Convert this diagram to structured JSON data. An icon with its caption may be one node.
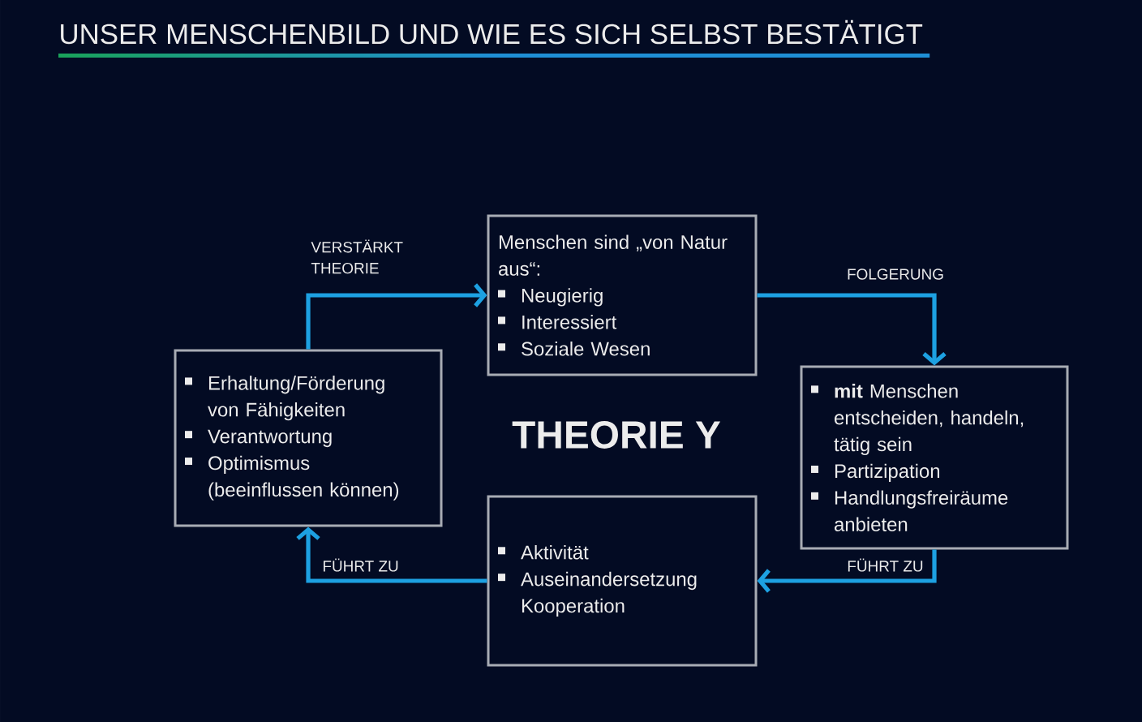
{
  "diagram": {
    "title": "UNSER MENSCHENBILD UND WIE ES SICH SELBST BESTÄTIGT",
    "nodes": [
      {
        "text": [
          "Menschen sind „von Natur aus“:",
          "Neugierig",
          "Interessiert",
          "Soziale Wesen"
        ]
      },
      {
        "text": [
          "**mit** Menschen entscheiden, handeln, tätig sein",
          "Partizipation",
          "Handlungsfreiräume anbieten"
        ]
      },
      {
        "text": [
          "Aktivität",
          "Auseinandersetzung",
          "Kooperation"
        ]
      },
      {
        "text": [
          "Erhaltung/Förderung von Fähigkeiten",
          "Verantwortung",
          "Optimismus (beeinflussen können)"
        ]
      }
    ],
    "edges": [
      {
        "from": 3,
        "to": 0,
        "arrow": "to",
        "label": "VERSTÄRKT THEORIE"
      },
      {
        "from": 0,
        "to": 1,
        "arrow": "to",
        "label": "FOLGERUNG"
      },
      {
        "from": 1,
        "to": 2,
        "arrow": "to",
        "label": "FÜHRT ZU"
      },
      {
        "from": 2,
        "to": 3,
        "arrow": "to",
        "label": "FÜHRT ZU"
      }
    ],
    "labels": [
      "THEORIE Y"
    ]
  }
}
